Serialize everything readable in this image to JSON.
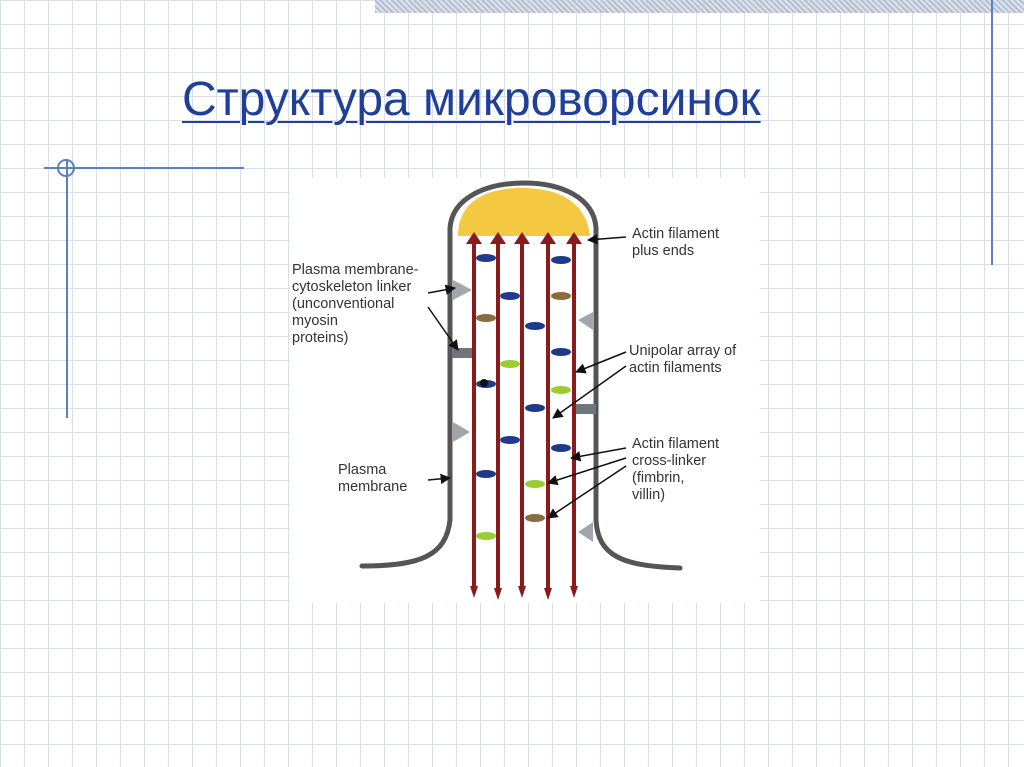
{
  "title": "Структура микроворсинок",
  "colors": {
    "title": "#1f3f99",
    "accent_lines": "#5b7fbf",
    "membrane": "#555555",
    "actin": "#8b1a1a",
    "cap": "#f5c842",
    "myosin_linker": "#a0a6ad",
    "crosslinker_blue": "#1e3a8a",
    "crosslinker_green": "#9acd32",
    "crosslinker_brown": "#8b6b3e"
  },
  "labels": {
    "plus_ends": [
      "Actin filament",
      "plus ends"
    ],
    "linker": [
      "Plasma membrane-",
      "cytoskeleton linker",
      "(unconventional",
      "myosin",
      "proteins)"
    ],
    "unipolar": [
      "Unipolar array of",
      "actin filaments"
    ],
    "crosslinker": [
      "Actin filament",
      "cross-linker",
      "(fimbrin,",
      "villin)"
    ],
    "membrane": [
      "Plasma",
      "membrane"
    ]
  }
}
